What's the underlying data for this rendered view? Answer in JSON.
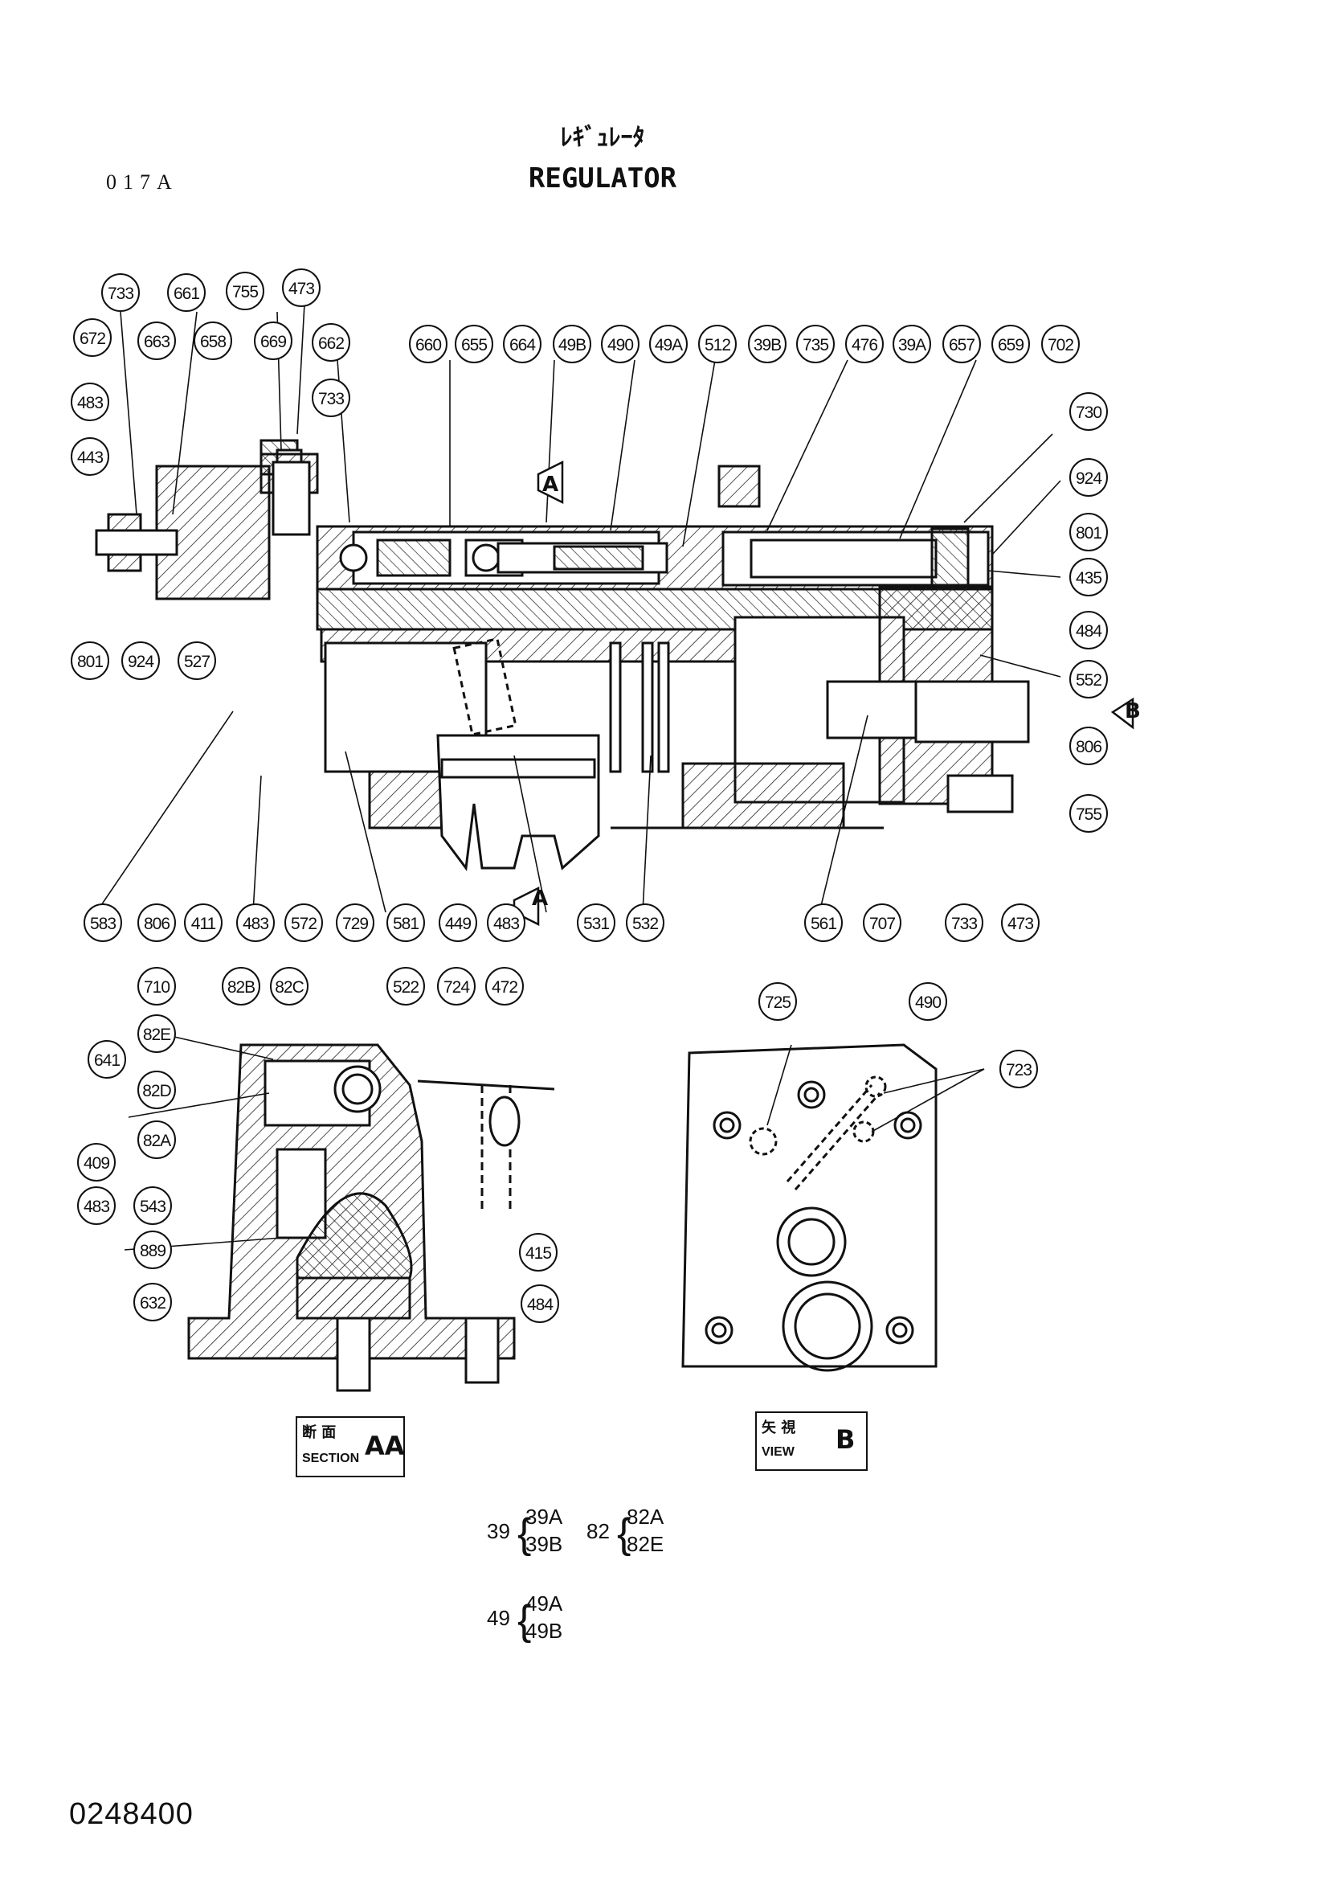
{
  "header": {
    "code": "017A",
    "title_jp": "ﾚｷﾞｭﾚｰﾀ",
    "title_en": "REGULATOR"
  },
  "section_label": {
    "jp": "断 面",
    "en": "SECTION",
    "suffix": "AA"
  },
  "view_label": {
    "jp": "矢 視",
    "en": "VIEW",
    "suffix": "B"
  },
  "view_markers": {
    "a_top": "A",
    "a_bottom": "A",
    "b": "B"
  },
  "legend": [
    {
      "group": "39",
      "items": [
        "39A",
        "39B"
      ]
    },
    {
      "group": "82",
      "items": [
        "82A",
        "82E"
      ]
    },
    {
      "group": "49",
      "items": [
        "49A",
        "49B"
      ]
    }
  ],
  "doc_number": "0248400",
  "tags_top": [
    "733",
    "661",
    "755",
    "473",
    "672",
    "663",
    "658",
    "669",
    "662",
    "660",
    "655",
    "664",
    "49B",
    "490",
    "49A",
    "512",
    "39B",
    "735",
    "476",
    "39A",
    "657",
    "659",
    "702"
  ],
  "tags_left": [
    "483",
    "443",
    "733",
    "801",
    "924",
    "527"
  ],
  "tags_right": [
    "730",
    "924",
    "801",
    "435",
    "484",
    "552",
    "806",
    "755"
  ],
  "tags_bottom": [
    "583",
    "806",
    "411",
    "483",
    "572",
    "729",
    "581",
    "449",
    "483",
    "531",
    "532",
    "561",
    "707",
    "733",
    "473"
  ],
  "tags_section": [
    "710",
    "82B",
    "82C",
    "522",
    "724",
    "472",
    "82E",
    "641",
    "82D",
    "82A",
    "409",
    "483",
    "543",
    "889",
    "632",
    "415",
    "484"
  ],
  "tags_view": [
    "725",
    "490",
    "723"
  ]
}
